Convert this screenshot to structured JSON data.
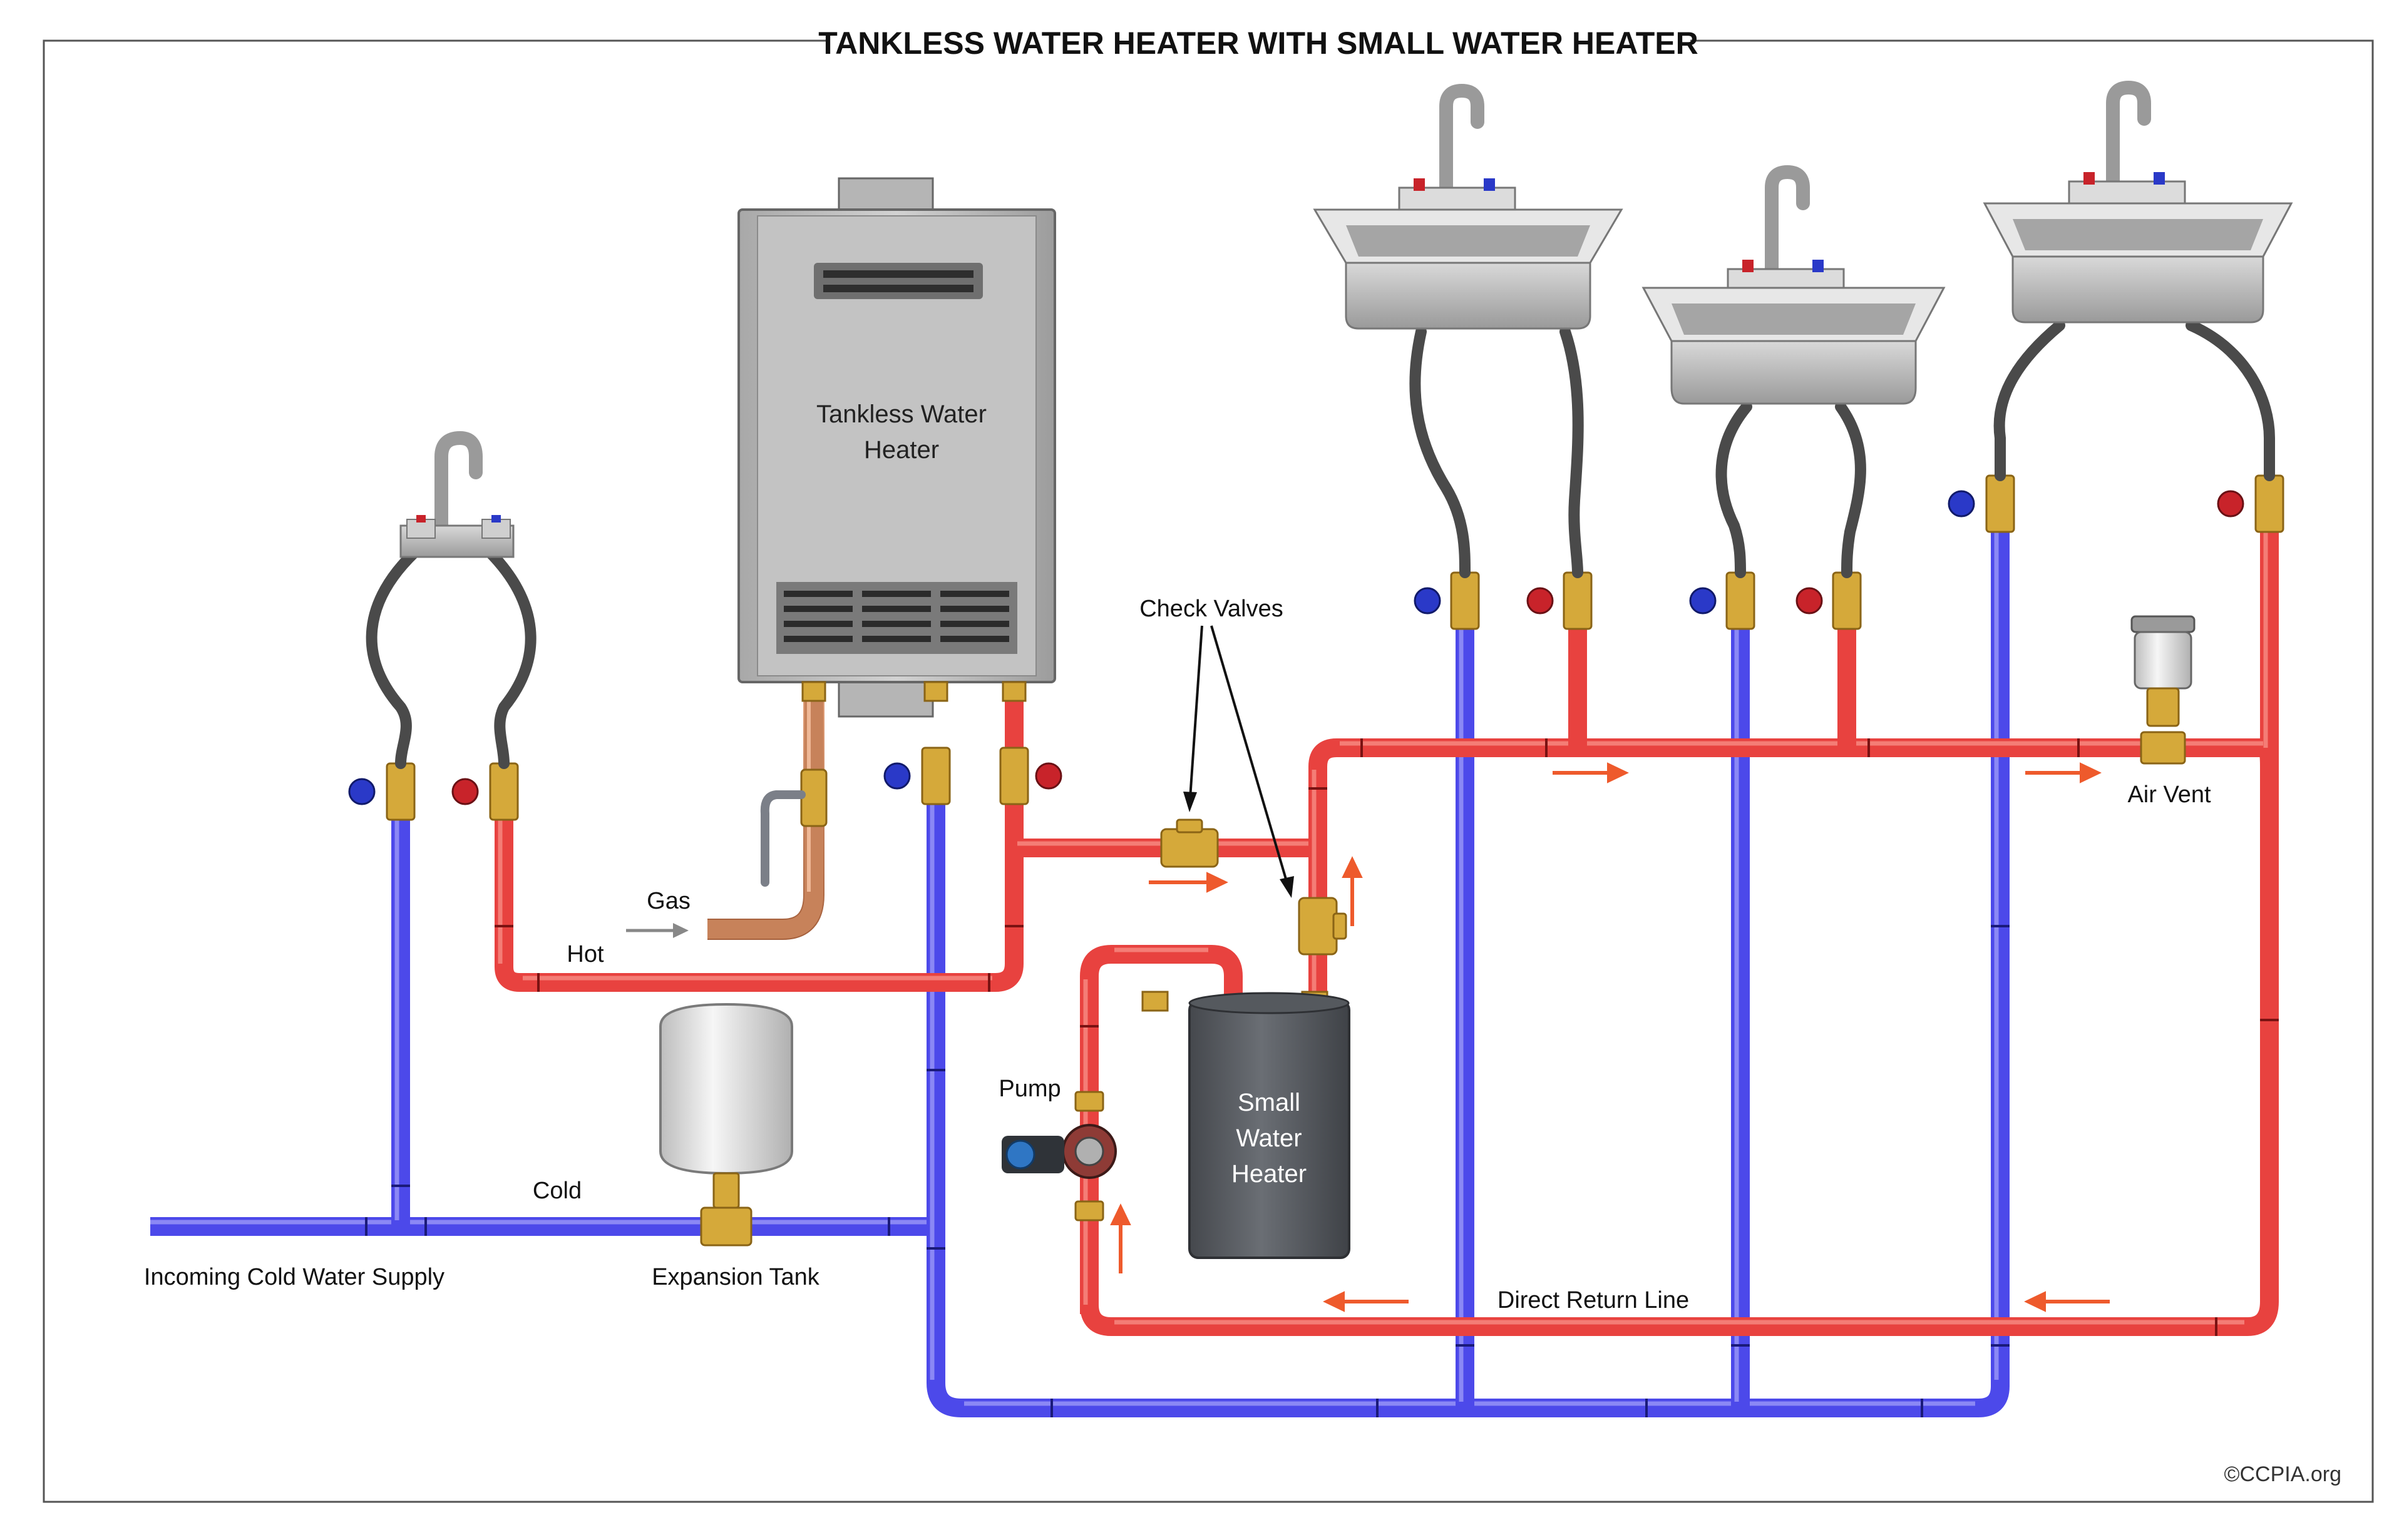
{
  "title": "TANKLESS WATER HEATER WITH SMALL WATER HEATER",
  "labels": {
    "tankless_line1": "Tankless Water",
    "tankless_line2": "Heater",
    "small_line1": "Small",
    "small_line2": "Water",
    "small_line3": "Heater",
    "check_valves": "Check Valves",
    "gas": "Gas",
    "hot": "Hot",
    "cold": "Cold",
    "pump": "Pump",
    "air_vent": "Air Vent",
    "incoming": "Incoming Cold Water Supply",
    "expansion": "Expansion Tank",
    "direct_return": "Direct Return Line"
  },
  "credit": "©CCPIA.org",
  "colors": {
    "hot_pipe": "#e8423f",
    "cold_pipe": "#4c49ea",
    "flow_arrow": "#ee5a2c",
    "brass": "#d5a93a",
    "heater_body": "#c3c3c3",
    "small_heater_body": "#5b5e63"
  },
  "icons": [
    "faucet-icon",
    "sink-icon",
    "valve-handle-icon",
    "check-valve-icon",
    "pump-icon",
    "air-vent-icon",
    "expansion-tank-icon",
    "flow-arrow-icon"
  ]
}
